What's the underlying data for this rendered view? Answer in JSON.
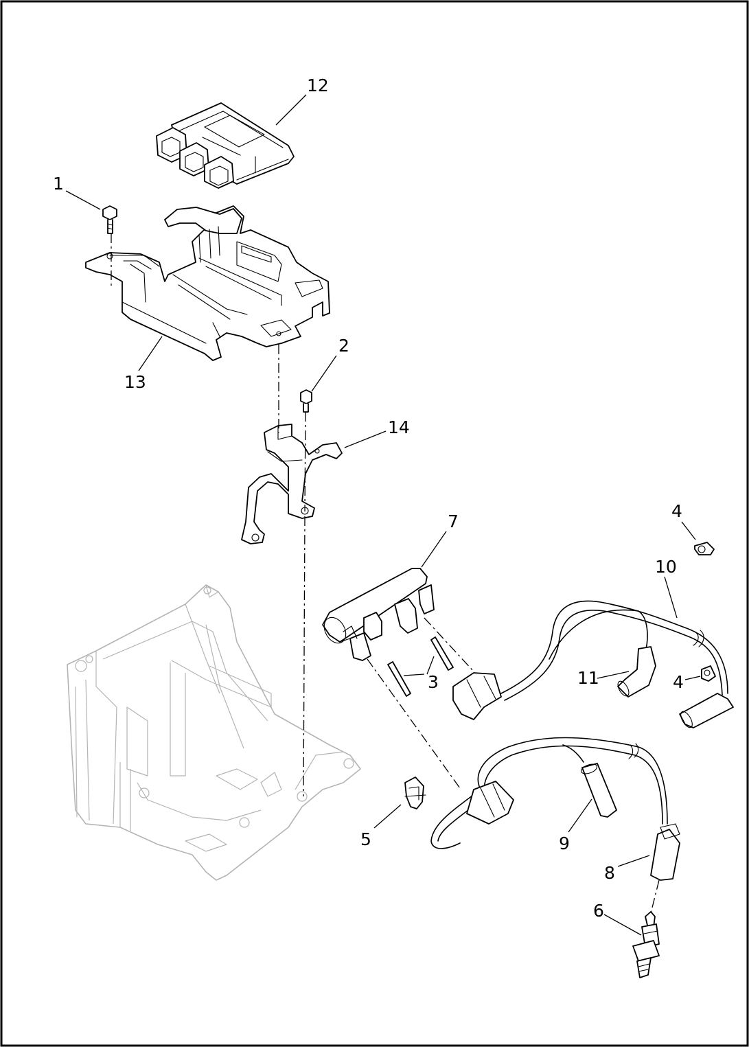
{
  "diagram": {
    "callouts": {
      "c1": "1",
      "c2": "2",
      "c3": "3",
      "c4a": "4",
      "c4b": "4",
      "c5": "5",
      "c6": "6",
      "c7": "7",
      "c8": "8",
      "c9": "9",
      "c10": "10",
      "c11": "11",
      "c12": "12",
      "c13": "13",
      "c14": "14"
    }
  }
}
